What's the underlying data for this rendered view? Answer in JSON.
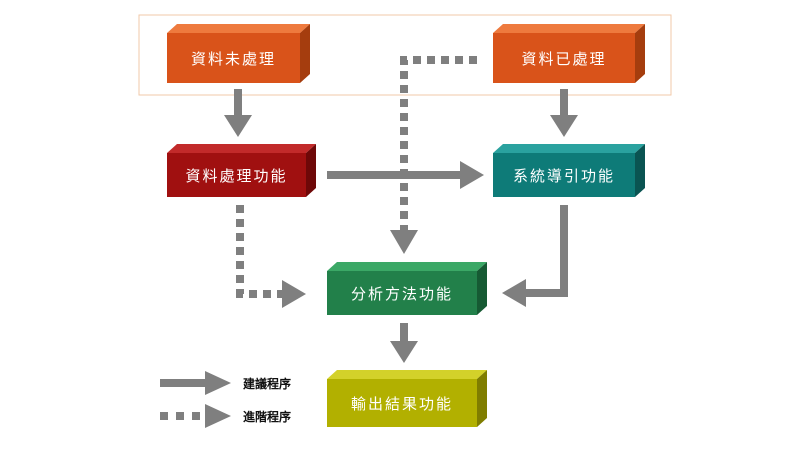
{
  "nodes": {
    "raw_data": {
      "label": "資料未處理",
      "face": "#d9531a",
      "side": "#a53d0e",
      "top": "#ee7a3e"
    },
    "processed_data": {
      "label": "資料已處理",
      "face": "#d9531a",
      "side": "#a53d0e",
      "top": "#ee7a3e"
    },
    "data_processing": {
      "label": "資料處理功能",
      "face": "#a01010",
      "side": "#6e0808",
      "top": "#c22a2a"
    },
    "system_guide": {
      "label": "系統導引功能",
      "face": "#0e7b78",
      "side": "#0a5452",
      "top": "#2aa29f"
    },
    "analysis_method": {
      "label": "分析方法功能",
      "face": "#22804a",
      "side": "#165a33",
      "top": "#3ba866"
    },
    "output_result": {
      "label": "輸出結果功能",
      "face": "#b2b000",
      "side": "#7f7d00",
      "top": "#d3d12a"
    }
  },
  "legend": {
    "solid_label": "建議程序",
    "dotted_label": "進階程序"
  },
  "colors": {
    "arrow": "#7f7f7f",
    "group_border": "#f2c9a8"
  }
}
